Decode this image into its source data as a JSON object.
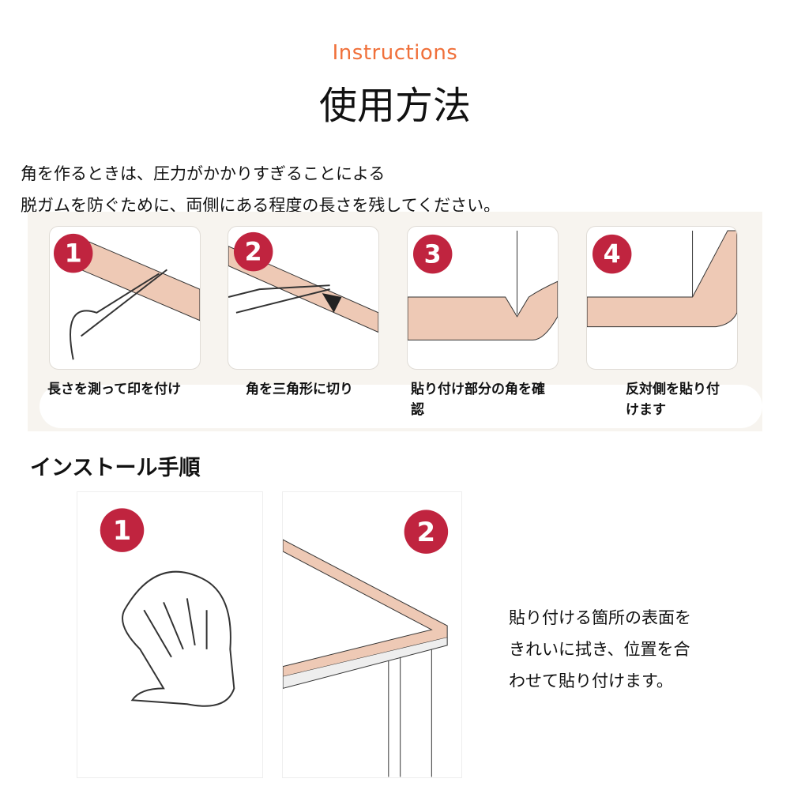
{
  "header": {
    "en_title": "Instructions",
    "jp_title": "使用方法"
  },
  "intro": [
    "角を作るときは、圧力がかかりすぎることによる",
    "脱ガムを防ぐために、両側にある程度の長さを残してください。"
  ],
  "corner_steps": [
    {
      "number": "1",
      "caption": "長さを測って印を付け"
    },
    {
      "number": "2",
      "caption": "角を三角形に切り"
    },
    {
      "number": "3",
      "caption": "貼り付け部分の角を確認"
    },
    {
      "number": "4",
      "caption": "反対側を貼り付けます"
    }
  ],
  "install": {
    "heading": "インストール手順",
    "steps": [
      {
        "number": "1"
      },
      {
        "number": "2"
      }
    ],
    "description": [
      "貼り付ける箇所の表面を",
      "きれいに拭き、位置を合",
      "わせて貼り付けます。"
    ]
  },
  "colors": {
    "accent": "#c0243f",
    "tape": "#eec9b5",
    "title": "#f0703a"
  }
}
